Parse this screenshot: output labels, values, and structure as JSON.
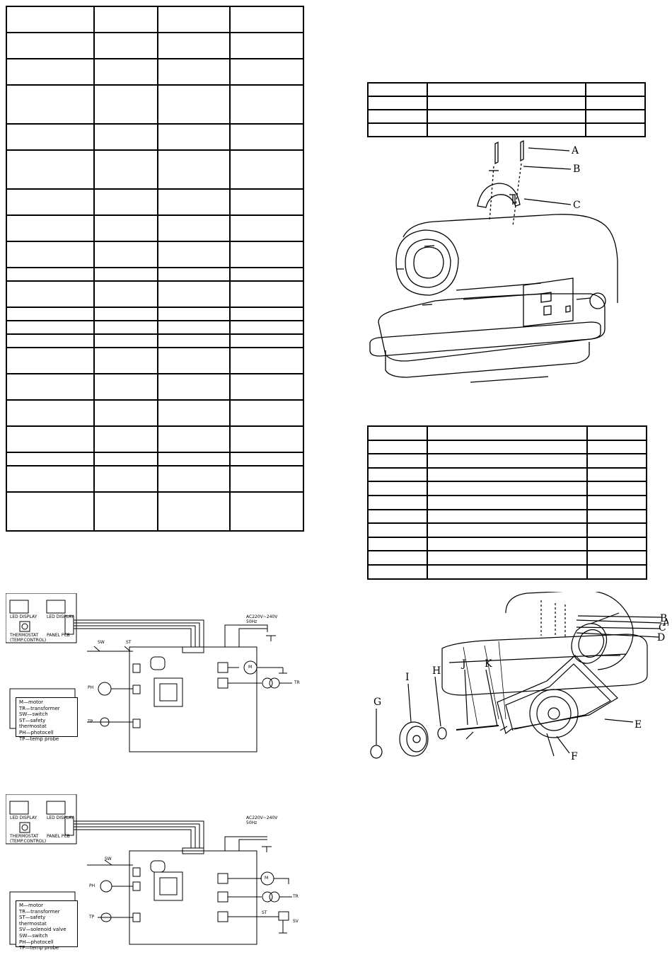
{
  "table_left": {
    "row_heights": [
      37,
      37,
      37,
      55,
      37,
      55,
      37,
      37,
      37,
      19,
      37,
      19,
      19,
      19,
      37,
      37,
      37,
      37,
      19,
      37,
      55
    ]
  },
  "table_top_right": {
    "rows": 4
  },
  "table_mid_right": {
    "rows": 11
  },
  "diagram_top": {
    "callouts": [
      "A",
      "B",
      "C"
    ]
  },
  "diagram_bottom": {
    "callouts": [
      "A",
      "B",
      "C",
      "D",
      "E",
      "F",
      "G",
      "I",
      "H",
      "J",
      "K"
    ]
  },
  "wiring_1": {
    "led_left": "LED DISPLAY",
    "led_right": "LED DISPLAY",
    "thermostat": "THERMOSTAT (TEMP.CONTROL)",
    "panel": "PANEL PCB",
    "power": "AC220V~240V 50Hz",
    "sw": "SW",
    "st": "ST",
    "ph": "PH",
    "tp": "TP",
    "m": "M",
    "tr": "TR",
    "legend": [
      "M—motor",
      "TR—transformer",
      "SW—switch",
      "ST—safety thermostat",
      "PH—photocell",
      "TP—temp probe"
    ]
  },
  "wiring_2": {
    "led_left": "LED DISPLAY",
    "led_right": "LED DISPLAY",
    "thermostat": "THERMOSTAT (TEMP.CONTROL)",
    "panel": "PANEL PCB",
    "power": "AC220V~240V 50Hz",
    "sw": "SW",
    "ph": "PH",
    "tp": "TP",
    "m": "M",
    "tr": "TR",
    "st": "ST",
    "sv": "SV",
    "legend": [
      "M—motor",
      "TR—transformer",
      "ST—safety thermostat",
      "SV—solenoid valve",
      "SW—switch",
      "PH—photocell",
      "TP—temp probe"
    ]
  }
}
